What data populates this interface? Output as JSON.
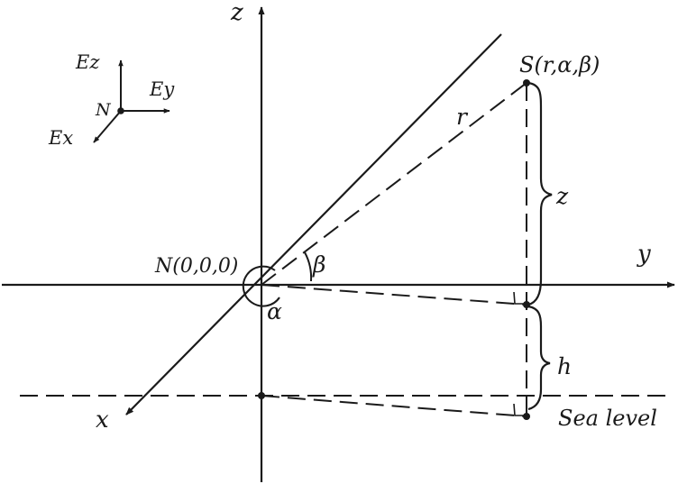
{
  "labels": {
    "z_axis": "z",
    "y_axis": "y",
    "x_axis": "x",
    "origin": "N(0,0,0)",
    "point_s": "S(r,α,β)",
    "r": "r",
    "z_dist": "z",
    "h": "h",
    "beta": "β",
    "alpha": "α",
    "sea_level": "Sea level",
    "inset_n": "N",
    "inset_ez": "Ez",
    "inset_ey": "Ey",
    "inset_ex": "Ex"
  }
}
